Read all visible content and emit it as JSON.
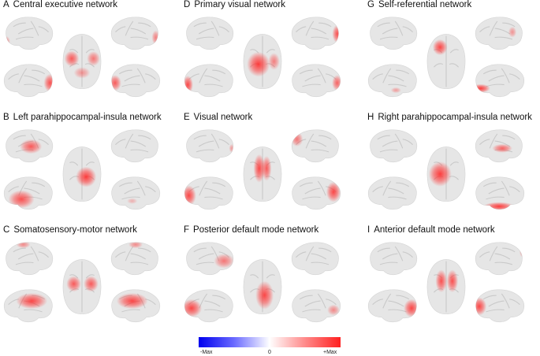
{
  "panels": [
    {
      "letter": "A",
      "title": "Central executive network",
      "hot": [
        {
          "b": "lat-left",
          "blobs": [
            [
              0.06,
              0.72,
              0.08,
              0.16,
              0.55
            ]
          ]
        },
        {
          "b": "lat-right",
          "blobs": [
            [
              0.9,
              0.6,
              0.08,
              0.2,
              0.55
            ]
          ]
        },
        {
          "b": "dorsal",
          "blobs": [
            [
              0.25,
              0.45,
              0.18,
              0.14,
              0.75
            ],
            [
              0.78,
              0.45,
              0.16,
              0.13,
              0.6
            ],
            [
              0.5,
              0.7,
              0.2,
              0.1,
              0.45
            ]
          ]
        },
        {
          "b": "med-left",
          "blobs": [
            [
              0.9,
              0.55,
              0.12,
              0.25,
              0.8
            ]
          ]
        },
        {
          "b": "med-right",
          "blobs": [
            [
              0.12,
              0.55,
              0.12,
              0.22,
              0.75
            ]
          ]
        }
      ]
    },
    {
      "letter": "D",
      "title": "Primary visual network",
      "hot": [
        {
          "b": "lat-left",
          "blobs": []
        },
        {
          "b": "lat-right",
          "blobs": [
            [
              0.92,
              0.5,
              0.1,
              0.25,
              0.8
            ]
          ]
        },
        {
          "b": "dorsal",
          "blobs": [
            [
              0.4,
              0.55,
              0.28,
              0.22,
              0.9
            ],
            [
              0.78,
              0.5,
              0.14,
              0.15,
              0.55
            ]
          ]
        },
        {
          "b": "med-left",
          "blobs": [
            [
              0.08,
              0.6,
              0.1,
              0.25,
              0.85
            ]
          ]
        },
        {
          "b": "med-right",
          "blobs": [
            [
              0.92,
              0.55,
              0.1,
              0.22,
              0.7
            ]
          ]
        }
      ]
    },
    {
      "letter": "G",
      "title": "Self-referential network",
      "hot": [
        {
          "b": "lat-left",
          "blobs": []
        },
        {
          "b": "lat-right",
          "blobs": [
            [
              0.75,
              0.45,
              0.08,
              0.15,
              0.45
            ],
            [
              0.8,
              0.9,
              0.14,
              0.08,
              0.7
            ]
          ]
        },
        {
          "b": "dorsal",
          "blobs": [
            [
              0.35,
              0.25,
              0.18,
              0.14,
              0.85
            ]
          ]
        },
        {
          "b": "med-left",
          "blobs": [
            [
              0.55,
              0.75,
              0.1,
              0.08,
              0.4
            ]
          ]
        },
        {
          "b": "med-right",
          "blobs": [
            [
              0.15,
              0.7,
              0.18,
              0.12,
              0.9
            ]
          ]
        }
      ]
    },
    {
      "letter": "B",
      "title": "Left parahippocampal-insula network",
      "hot": [
        {
          "b": "lat-left",
          "blobs": [
            [
              0.55,
              0.5,
              0.22,
              0.2,
              0.75
            ]
          ]
        },
        {
          "b": "lat-right",
          "blobs": []
        },
        {
          "b": "dorsal",
          "blobs": [
            [
              0.6,
              0.55,
              0.25,
              0.18,
              0.9
            ]
          ]
        },
        {
          "b": "med-left",
          "blobs": [
            [
              0.35,
              0.65,
              0.25,
              0.25,
              0.8
            ]
          ]
        },
        {
          "b": "med-right",
          "blobs": [
            [
              0.45,
              0.7,
              0.1,
              0.08,
              0.3
            ]
          ]
        }
      ]
    },
    {
      "letter": "E",
      "title": "Visual network",
      "hot": [
        {
          "b": "lat-left",
          "blobs": [
            [
              0.95,
              0.55,
              0.05,
              0.12,
              0.4
            ]
          ]
        },
        {
          "b": "lat-right",
          "blobs": [
            [
              0.12,
              0.3,
              0.12,
              0.2,
              0.6
            ]
          ]
        },
        {
          "b": "dorsal",
          "blobs": [
            [
              0.42,
              0.4,
              0.14,
              0.25,
              0.85
            ],
            [
              0.6,
              0.4,
              0.12,
              0.22,
              0.75
            ]
          ]
        },
        {
          "b": "med-left",
          "blobs": [
            [
              0.1,
              0.55,
              0.14,
              0.28,
              0.85
            ]
          ]
        },
        {
          "b": "med-right",
          "blobs": [
            [
              0.85,
              0.45,
              0.14,
              0.28,
              0.85
            ]
          ]
        }
      ]
    },
    {
      "letter": "H",
      "title": "Right parahippocampal-insula network",
      "hot": [
        {
          "b": "lat-left",
          "blobs": []
        },
        {
          "b": "lat-right",
          "blobs": [
            [
              0.55,
              0.55,
              0.2,
              0.12,
              0.7
            ]
          ]
        },
        {
          "b": "dorsal",
          "blobs": [
            [
              0.35,
              0.5,
              0.28,
              0.22,
              0.9
            ]
          ]
        },
        {
          "b": "med-left",
          "blobs": []
        },
        {
          "b": "med-right",
          "blobs": [
            [
              0.5,
              0.85,
              0.3,
              0.12,
              0.9
            ]
          ]
        }
      ]
    },
    {
      "letter": "C",
      "title": "Somatosensory-motor network",
      "hot": [
        {
          "b": "lat-left",
          "blobs": [
            [
              0.4,
              0.1,
              0.14,
              0.1,
              0.5
            ]
          ]
        },
        {
          "b": "lat-right",
          "blobs": [
            [
              0.5,
              0.1,
              0.14,
              0.1,
              0.5
            ]
          ]
        },
        {
          "b": "dorsal",
          "blobs": [
            [
              0.3,
              0.45,
              0.18,
              0.14,
              0.75
            ],
            [
              0.72,
              0.45,
              0.18,
              0.14,
              0.75
            ]
          ]
        },
        {
          "b": "med-left",
          "blobs": [
            [
              0.55,
              0.35,
              0.3,
              0.22,
              0.85
            ]
          ]
        },
        {
          "b": "med-right",
          "blobs": [
            [
              0.45,
              0.35,
              0.3,
              0.22,
              0.85
            ]
          ]
        }
      ]
    },
    {
      "letter": "F",
      "title": "Posterior default mode network",
      "hot": [
        {
          "b": "lat-left",
          "blobs": [
            [
              0.8,
              0.55,
              0.2,
              0.2,
              0.6
            ]
          ]
        },
        {
          "b": "lat-right",
          "blobs": []
        },
        {
          "b": "dorsal",
          "blobs": [
            [
              0.55,
              0.65,
              0.22,
              0.25,
              0.85
            ]
          ]
        },
        {
          "b": "med-left",
          "blobs": [
            [
              0.15,
              0.55,
              0.2,
              0.25,
              0.85
            ]
          ]
        },
        {
          "b": "med-right",
          "blobs": [
            [
              0.85,
              0.6,
              0.12,
              0.15,
              0.5
            ]
          ]
        }
      ]
    },
    {
      "letter": "I",
      "title": "Anterior default mode network",
      "hot": [
        {
          "b": "lat-left",
          "blobs": []
        },
        {
          "b": "lat-right",
          "blobs": [
            [
              0.95,
              0.3,
              0.06,
              0.15,
              0.45
            ]
          ]
        },
        {
          "b": "dorsal",
          "blobs": [
            [
              0.38,
              0.4,
              0.14,
              0.2,
              0.8
            ],
            [
              0.65,
              0.4,
              0.14,
              0.2,
              0.8
            ]
          ]
        },
        {
          "b": "med-left",
          "blobs": [
            [
              0.85,
              0.55,
              0.15,
              0.25,
              0.85
            ]
          ]
        },
        {
          "b": "med-right",
          "blobs": [
            [
              0.12,
              0.5,
              0.14,
              0.25,
              0.85
            ]
          ]
        }
      ]
    }
  ],
  "colorbar": {
    "min_label": "-Max",
    "mid_label": "0",
    "max_label": "+Max",
    "colors": {
      "neg": "#0000ee",
      "zero": "#ffffff",
      "pos": "#ff2020"
    }
  },
  "colors": {
    "cortex": "#e6e6e6",
    "sulcus": "#c9c9c9",
    "hot": "#ff2a2a",
    "text": "#111111"
  }
}
